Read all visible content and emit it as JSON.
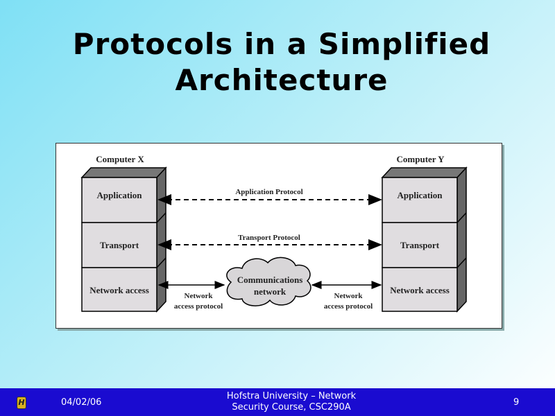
{
  "title": "Protocols in a Simplified Architecture",
  "diagram": {
    "computer_x": "Computer X",
    "computer_y": "Computer Y",
    "layers": [
      "Application",
      "Transport",
      "Network access"
    ],
    "application_protocol": "Application Protocol",
    "transport_protocol": "Transport Protocol",
    "cloud_line1": "Communications",
    "cloud_line2": "network",
    "net_access_line1": "Network",
    "net_access_line2": "access protocol"
  },
  "footer": {
    "logo": "H",
    "date": "04/02/06",
    "line1": "Hofstra University – Network",
    "line2": "Security Course, CSC290A",
    "page": "9"
  }
}
